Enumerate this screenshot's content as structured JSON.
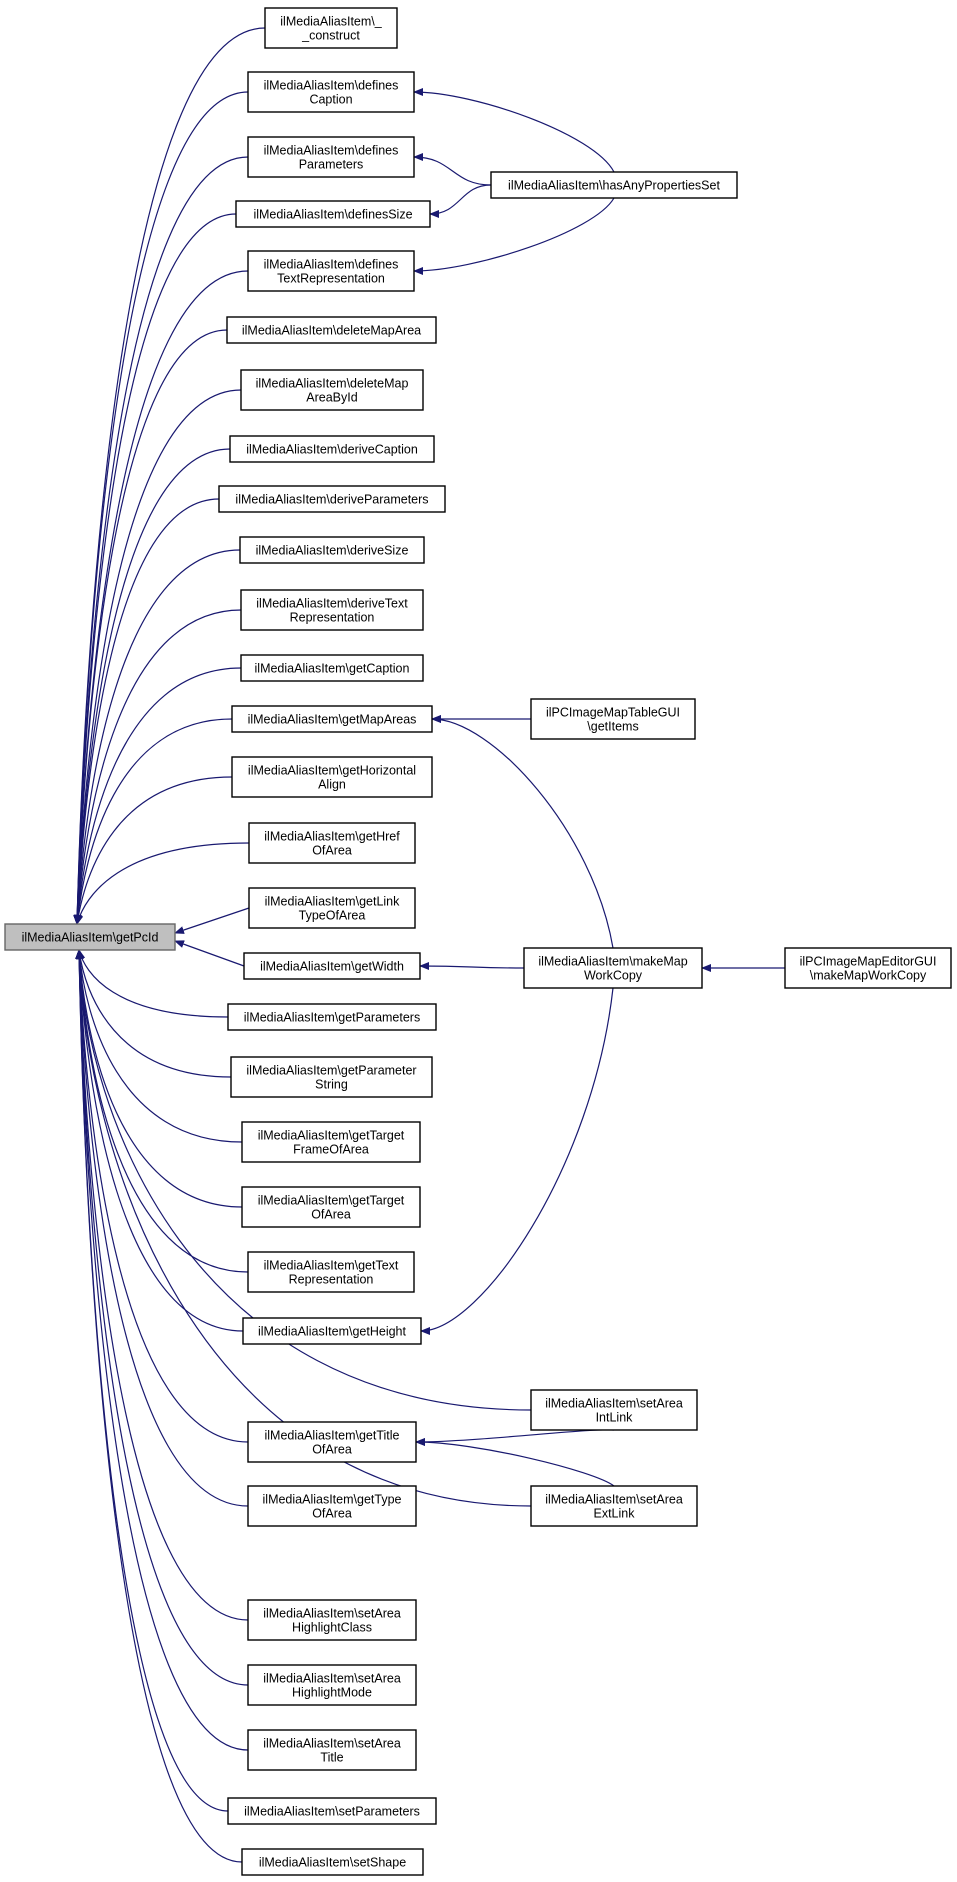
{
  "colors": {
    "edge": "#191970",
    "root_fill": "#bfbfbf",
    "root_stroke": "#666666",
    "node_fill": "#ffffff",
    "node_stroke": "#000000"
  },
  "nodes": [
    {
      "id": "root",
      "lines": [
        "ilMediaAliasItem\\getPcId"
      ],
      "root": true
    },
    {
      "id": "construct",
      "lines": [
        "ilMediaAliasItem\\_",
        "_construct"
      ]
    },
    {
      "id": "definesCaption",
      "lines": [
        "ilMediaAliasItem\\defines",
        "Caption"
      ]
    },
    {
      "id": "definesParameters",
      "lines": [
        "ilMediaAliasItem\\defines",
        "Parameters"
      ]
    },
    {
      "id": "definesSize",
      "lines": [
        "ilMediaAliasItem\\definesSize"
      ]
    },
    {
      "id": "definesTextRep",
      "lines": [
        "ilMediaAliasItem\\defines",
        "TextRepresentation"
      ]
    },
    {
      "id": "deleteMapArea",
      "lines": [
        "ilMediaAliasItem\\deleteMapArea"
      ]
    },
    {
      "id": "deleteMapAreaById",
      "lines": [
        "ilMediaAliasItem\\deleteMap",
        "AreaById"
      ]
    },
    {
      "id": "deriveCaption",
      "lines": [
        "ilMediaAliasItem\\deriveCaption"
      ]
    },
    {
      "id": "deriveParameters",
      "lines": [
        "ilMediaAliasItem\\deriveParameters"
      ]
    },
    {
      "id": "deriveSize",
      "lines": [
        "ilMediaAliasItem\\deriveSize"
      ]
    },
    {
      "id": "deriveTextRep",
      "lines": [
        "ilMediaAliasItem\\deriveText",
        "Representation"
      ]
    },
    {
      "id": "getCaption",
      "lines": [
        "ilMediaAliasItem\\getCaption"
      ]
    },
    {
      "id": "getMapAreas",
      "lines": [
        "ilMediaAliasItem\\getMapAreas"
      ]
    },
    {
      "id": "getHorizontalAlign",
      "lines": [
        "ilMediaAliasItem\\getHorizontal",
        "Align"
      ]
    },
    {
      "id": "getHrefOfArea",
      "lines": [
        "ilMediaAliasItem\\getHref",
        "OfArea"
      ]
    },
    {
      "id": "getLinkTypeOfArea",
      "lines": [
        "ilMediaAliasItem\\getLink",
        "TypeOfArea"
      ]
    },
    {
      "id": "getWidth",
      "lines": [
        "ilMediaAliasItem\\getWidth"
      ]
    },
    {
      "id": "getParameters",
      "lines": [
        "ilMediaAliasItem\\getParameters"
      ]
    },
    {
      "id": "getParameterString",
      "lines": [
        "ilMediaAliasItem\\getParameter",
        "String"
      ]
    },
    {
      "id": "getTargetFrameOfArea",
      "lines": [
        "ilMediaAliasItem\\getTarget",
        "FrameOfArea"
      ]
    },
    {
      "id": "getTargetOfArea",
      "lines": [
        "ilMediaAliasItem\\getTarget",
        "OfArea"
      ]
    },
    {
      "id": "getTextRep",
      "lines": [
        "ilMediaAliasItem\\getText",
        "Representation"
      ]
    },
    {
      "id": "getHeight",
      "lines": [
        "ilMediaAliasItem\\getHeight"
      ]
    },
    {
      "id": "getTitleOfArea",
      "lines": [
        "ilMediaAliasItem\\getTitle",
        "OfArea"
      ]
    },
    {
      "id": "getTypeOfArea",
      "lines": [
        "ilMediaAliasItem\\getType",
        "OfArea"
      ]
    },
    {
      "id": "setAreaHighlightClass",
      "lines": [
        "ilMediaAliasItem\\setArea",
        "HighlightClass"
      ]
    },
    {
      "id": "setAreaHighlightMode",
      "lines": [
        "ilMediaAliasItem\\setArea",
        "HighlightMode"
      ]
    },
    {
      "id": "setAreaTitle",
      "lines": [
        "ilMediaAliasItem\\setArea",
        "Title"
      ]
    },
    {
      "id": "setParameters",
      "lines": [
        "ilMediaAliasItem\\setParameters"
      ]
    },
    {
      "id": "setShape",
      "lines": [
        "ilMediaAliasItem\\setShape"
      ]
    },
    {
      "id": "hasAnyPropertiesSet",
      "lines": [
        "ilMediaAliasItem\\hasAnyPropertiesSet"
      ]
    },
    {
      "id": "tableGetItems",
      "lines": [
        "ilPCImageMapTableGUI",
        "\\getItems"
      ]
    },
    {
      "id": "makeMapWorkCopy",
      "lines": [
        "ilMediaAliasItem\\makeMap",
        "WorkCopy"
      ]
    },
    {
      "id": "editorMakeMapWorkCopy",
      "lines": [
        "ilPCImageMapEditorGUI",
        "\\makeMapWorkCopy"
      ]
    },
    {
      "id": "setAreaIntLink",
      "lines": [
        "ilMediaAliasItem\\setArea",
        "IntLink"
      ]
    },
    {
      "id": "setAreaExtLink",
      "lines": [
        "ilMediaAliasItem\\setArea",
        "ExtLink"
      ]
    }
  ],
  "edges": [
    {
      "from": "construct",
      "to": "root"
    },
    {
      "from": "definesCaption",
      "to": "root"
    },
    {
      "from": "definesParameters",
      "to": "root"
    },
    {
      "from": "definesSize",
      "to": "root"
    },
    {
      "from": "definesTextRep",
      "to": "root"
    },
    {
      "from": "deleteMapArea",
      "to": "root"
    },
    {
      "from": "deleteMapAreaById",
      "to": "root"
    },
    {
      "from": "deriveCaption",
      "to": "root"
    },
    {
      "from": "deriveParameters",
      "to": "root"
    },
    {
      "from": "deriveSize",
      "to": "root"
    },
    {
      "from": "deriveTextRep",
      "to": "root"
    },
    {
      "from": "getCaption",
      "to": "root"
    },
    {
      "from": "getMapAreas",
      "to": "root"
    },
    {
      "from": "getHorizontalAlign",
      "to": "root"
    },
    {
      "from": "getHrefOfArea",
      "to": "root"
    },
    {
      "from": "getLinkTypeOfArea",
      "to": "root"
    },
    {
      "from": "getWidth",
      "to": "root"
    },
    {
      "from": "getParameters",
      "to": "root"
    },
    {
      "from": "getParameterString",
      "to": "root"
    },
    {
      "from": "getTargetFrameOfArea",
      "to": "root"
    },
    {
      "from": "getTargetOfArea",
      "to": "root"
    },
    {
      "from": "getTextRep",
      "to": "root"
    },
    {
      "from": "getHeight",
      "to": "root"
    },
    {
      "from": "setAreaIntLink",
      "to": "root"
    },
    {
      "from": "getTitleOfArea",
      "to": "root"
    },
    {
      "from": "getTypeOfArea",
      "to": "root"
    },
    {
      "from": "setAreaExtLink",
      "to": "root"
    },
    {
      "from": "setAreaHighlightClass",
      "to": "root"
    },
    {
      "from": "setAreaHighlightMode",
      "to": "root"
    },
    {
      "from": "setAreaTitle",
      "to": "root"
    },
    {
      "from": "setParameters",
      "to": "root"
    },
    {
      "from": "setShape",
      "to": "root"
    },
    {
      "from": "hasAnyPropertiesSet",
      "to": "definesCaption"
    },
    {
      "from": "hasAnyPropertiesSet",
      "to": "definesParameters"
    },
    {
      "from": "hasAnyPropertiesSet",
      "to": "definesSize"
    },
    {
      "from": "hasAnyPropertiesSet",
      "to": "definesTextRep"
    },
    {
      "from": "tableGetItems",
      "to": "getMapAreas"
    },
    {
      "from": "makeMapWorkCopy",
      "to": "getMapAreas"
    },
    {
      "from": "makeMapWorkCopy",
      "to": "getWidth"
    },
    {
      "from": "makeMapWorkCopy",
      "to": "getHeight"
    },
    {
      "from": "editorMakeMapWorkCopy",
      "to": "makeMapWorkCopy"
    },
    {
      "from": "setAreaIntLink",
      "to": "getTitleOfArea"
    },
    {
      "from": "setAreaExtLink",
      "to": "getTitleOfArea"
    }
  ]
}
